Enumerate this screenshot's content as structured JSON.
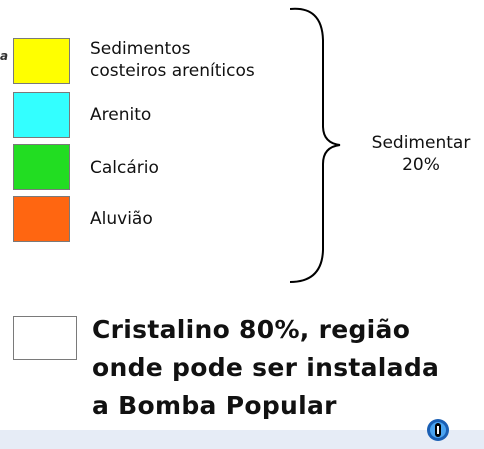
{
  "legend": {
    "edge_mark": "a",
    "items": [
      {
        "label_line1": "Sedimentos",
        "label_line2": "costeiros areníticos",
        "color": "#ffff00"
      },
      {
        "label_line1": "Arenito",
        "label_line2": "",
        "color": "#33ffff"
      },
      {
        "label_line1": "Calcário",
        "label_line2": "",
        "color": "#22dd22"
      },
      {
        "label_line1": "Aluvião",
        "label_line2": "",
        "color": "#ff6611"
      }
    ],
    "group": {
      "line1": "Sedimentar",
      "line2": "20%"
    },
    "crystalline": {
      "color": "#ffffff",
      "line1": "Cristalino 80%, região",
      "line2": "onde pode ser instalada",
      "line3": "a Bomba Popular"
    }
  },
  "nav": {
    "icon": "info-icon",
    "color": "#1a5fb4"
  }
}
